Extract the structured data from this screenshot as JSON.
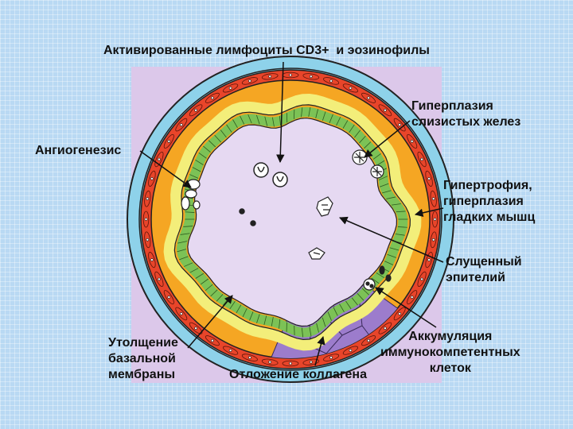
{
  "labels": {
    "lymphocytes": "Активированные лимфоциты CD3+  и эозинофилы",
    "angiogenesis": "Ангиогенезис",
    "gland_hyperplasia": "Гиперплазия\nслизистых желез",
    "muscle_hypertrophy": "Гипертрофия,\nгиперплазия\nгладких мышц",
    "shed_epithelium": "Слущенный\nэпителий",
    "basement_membrane": "Утолщение\nбазальной\nмембраны",
    "collagen": "Отложение коллагена",
    "immune_cells": "Аккумуляция\nиммунокомпетентных\nклеток"
  },
  "colors": {
    "background": "#b9d9f3",
    "panel": "#dcc8ea",
    "outer_ring": "#8ed2ea",
    "muscle_layer": "#e8452a",
    "submucosa": "#f5a623",
    "basement_membrane": "#f3ee7a",
    "epithelium": "#7cc256",
    "lumen": "#e6d9f2",
    "collagen": "#9c7ccc"
  }
}
